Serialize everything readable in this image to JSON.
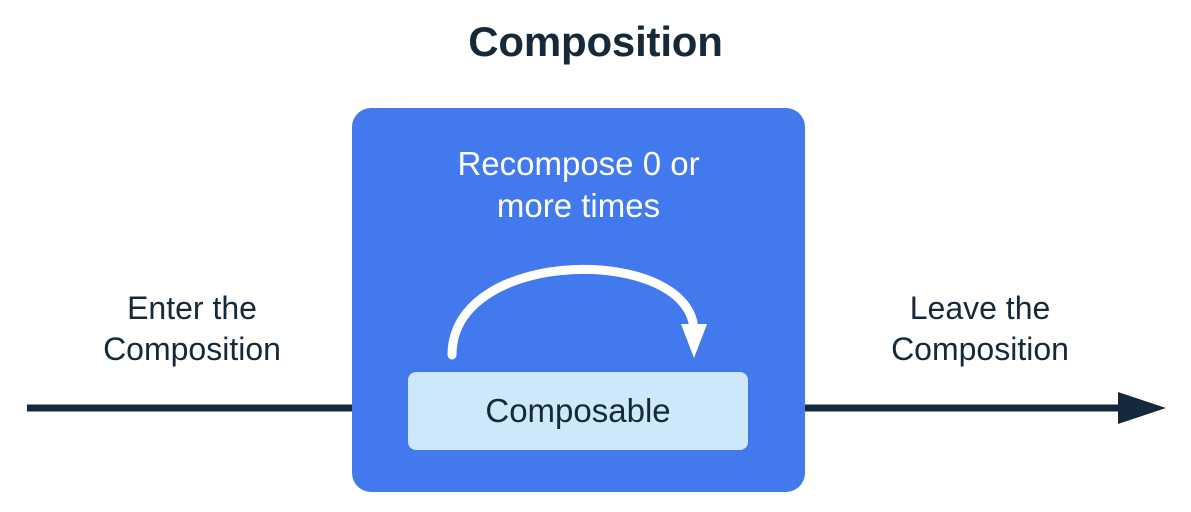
{
  "title": "Composition",
  "labels": {
    "enter": "Enter the\nComposition",
    "leave": "Leave the\nComposition",
    "recompose": "Recompose 0 or\nmore times",
    "composable": "Composable"
  },
  "icons": {
    "enter_arrow": "arrow-right-icon",
    "leave_arrow": "arrow-right-icon",
    "recompose_arrow": "curved-loop-arrow-icon"
  },
  "colors": {
    "background": "#ffffff",
    "composition_box": "#4279ed",
    "composable_box": "#cde7fb",
    "text_dark": "#15293a",
    "text_light": "#ffffff",
    "arrow_dark": "#15293a",
    "arrow_light": "#ffffff"
  }
}
